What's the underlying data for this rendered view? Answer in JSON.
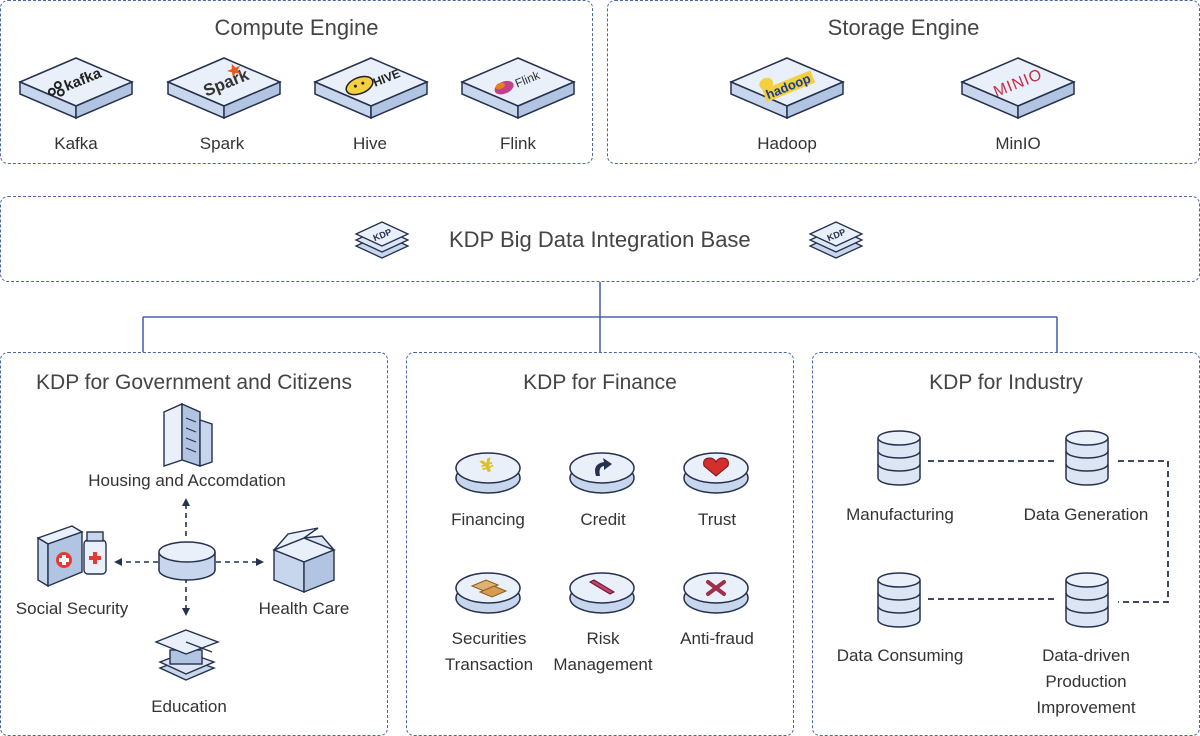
{
  "compute": {
    "title": "Compute Engine",
    "items": [
      {
        "label": "Kafka",
        "logo": "kafka"
      },
      {
        "label": "Spark",
        "logo": "Spark"
      },
      {
        "label": "Hive",
        "logo": "HIVE"
      },
      {
        "label": "Flink",
        "logo": "Flink"
      }
    ]
  },
  "storage": {
    "title": "Storage Engine",
    "items": [
      {
        "label": "Hadoop",
        "logo": "hadoop"
      },
      {
        "label": "MinIO",
        "logo": "MINIO"
      }
    ]
  },
  "base": {
    "title": "KDP Big Data Integration Base",
    "badge": "KDP"
  },
  "gov": {
    "title": "KDP for Government and Citizens",
    "housing": "Housing and Accomdation",
    "social": "Social Security",
    "health": "Health Care",
    "education": "Education"
  },
  "finance": {
    "title": "KDP for Finance",
    "items": [
      "Financing",
      "Credit",
      "Trust",
      "Securities\nTransaction",
      "Risk\nManagement",
      "Anti-fraud"
    ]
  },
  "industry": {
    "title": "KDP for Industry",
    "manufacturing": "Manufacturing",
    "generation": "Data Generation",
    "consuming": "Data Consuming",
    "improvement": "Data-driven\nProduction Improvement"
  },
  "colors": {
    "border": "#4a65a8",
    "tileTop": "#e9f0fa",
    "tileSide": "#c7d6ec",
    "stroke": "#25314d"
  }
}
